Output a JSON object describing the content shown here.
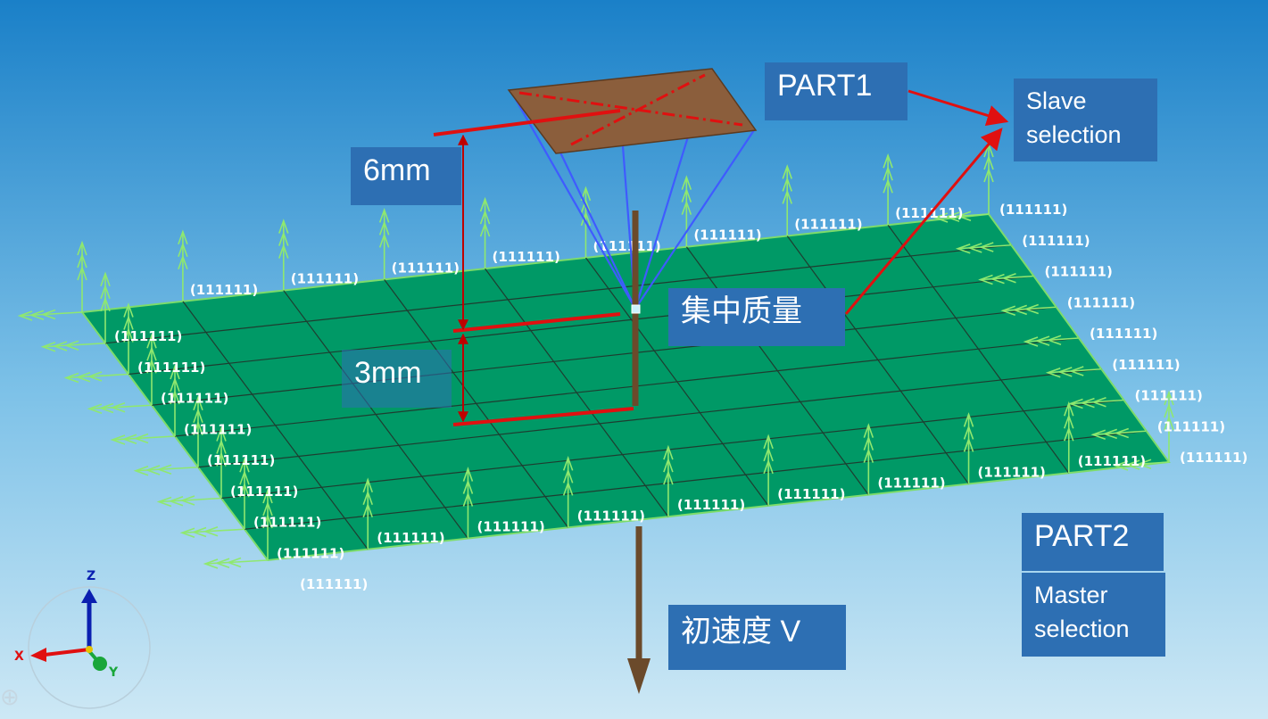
{
  "labels": {
    "part1": "PART1",
    "slave": "Slave\nselection",
    "dim_6": "6mm",
    "dim_3": "3mm",
    "lumped_mass": "集中质量",
    "initial_velocity": "初速度 V",
    "part2": "PART2",
    "master": "Master\nselection"
  },
  "bc_label": "(111111)",
  "axes": {
    "z": "Z",
    "x": "X",
    "y": "Y"
  },
  "colors": {
    "background_top": "#1a80c8",
    "background_bottom": "#c9e6f4",
    "plate": "#009966",
    "grid": "#1e3d30",
    "constraint": "#8fe86f",
    "top_plate": "#8b5e3c",
    "rigid_links": "#3f5bff",
    "dimension": "#e01010",
    "callout": "#2d6fb3"
  }
}
